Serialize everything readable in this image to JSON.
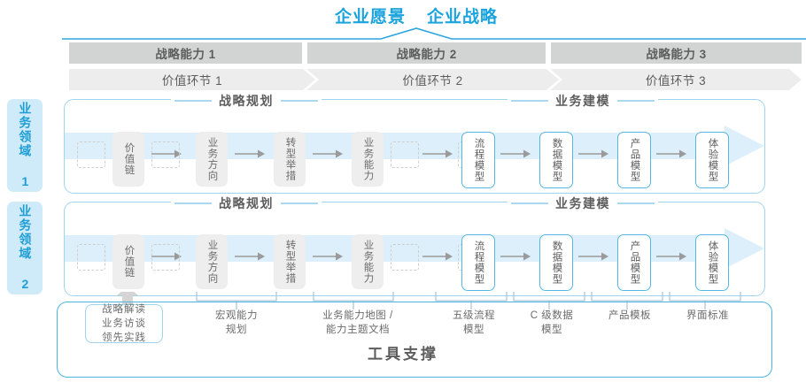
{
  "header": {
    "vision": "企业愿景",
    "strategy": "企业战略"
  },
  "capabilities": [
    {
      "label": "战略能力 1"
    },
    {
      "label": "战略能力 2"
    },
    {
      "label": "战略能力 3"
    }
  ],
  "value_chain": [
    {
      "label": "价值环节 1"
    },
    {
      "label": "价值环节 2"
    },
    {
      "label": "价值环节 3"
    }
  ],
  "domains": [
    {
      "tab_label": "业务领域 1"
    },
    {
      "tab_label": "业务领域 2"
    }
  ],
  "sections": {
    "planning": "战略规划",
    "modeling": "业务建模"
  },
  "flow": {
    "planning_nodes": [
      {
        "label": "价值链"
      },
      {
        "label": "业务方向"
      },
      {
        "label": "转型举措"
      },
      {
        "label": "业务能力"
      }
    ],
    "modeling_nodes": [
      {
        "label": "流程模型"
      },
      {
        "label": "数据模型"
      },
      {
        "label": "产品模型"
      },
      {
        "label": "体验模型"
      }
    ]
  },
  "tools": {
    "first_box": {
      "line1": "战略解读",
      "line2": "业务访谈",
      "line3": "领先实践"
    },
    "labels": [
      {
        "line1": "宏观能力",
        "line2": "规划"
      },
      {
        "line1": "业务能力地图 /",
        "line2": "能力主题文档"
      },
      {
        "line1": "五级流程",
        "line2": "模型"
      },
      {
        "line1": "C 级数据",
        "line2": "模型"
      },
      {
        "line1": "产品模板",
        "line2": ""
      },
      {
        "line1": "界面标准",
        "line2": ""
      }
    ],
    "support_title": "工具支撑"
  },
  "colors": {
    "accent_blue": "#1aa3dd",
    "band_blue": "#ddeffa",
    "border_blue": "#9ed4ee",
    "node_gray": "#eeeeee",
    "cap_gray": "#d2d4d4",
    "vc_gray": "#ededed",
    "text_gray": "#6b6b6b"
  }
}
